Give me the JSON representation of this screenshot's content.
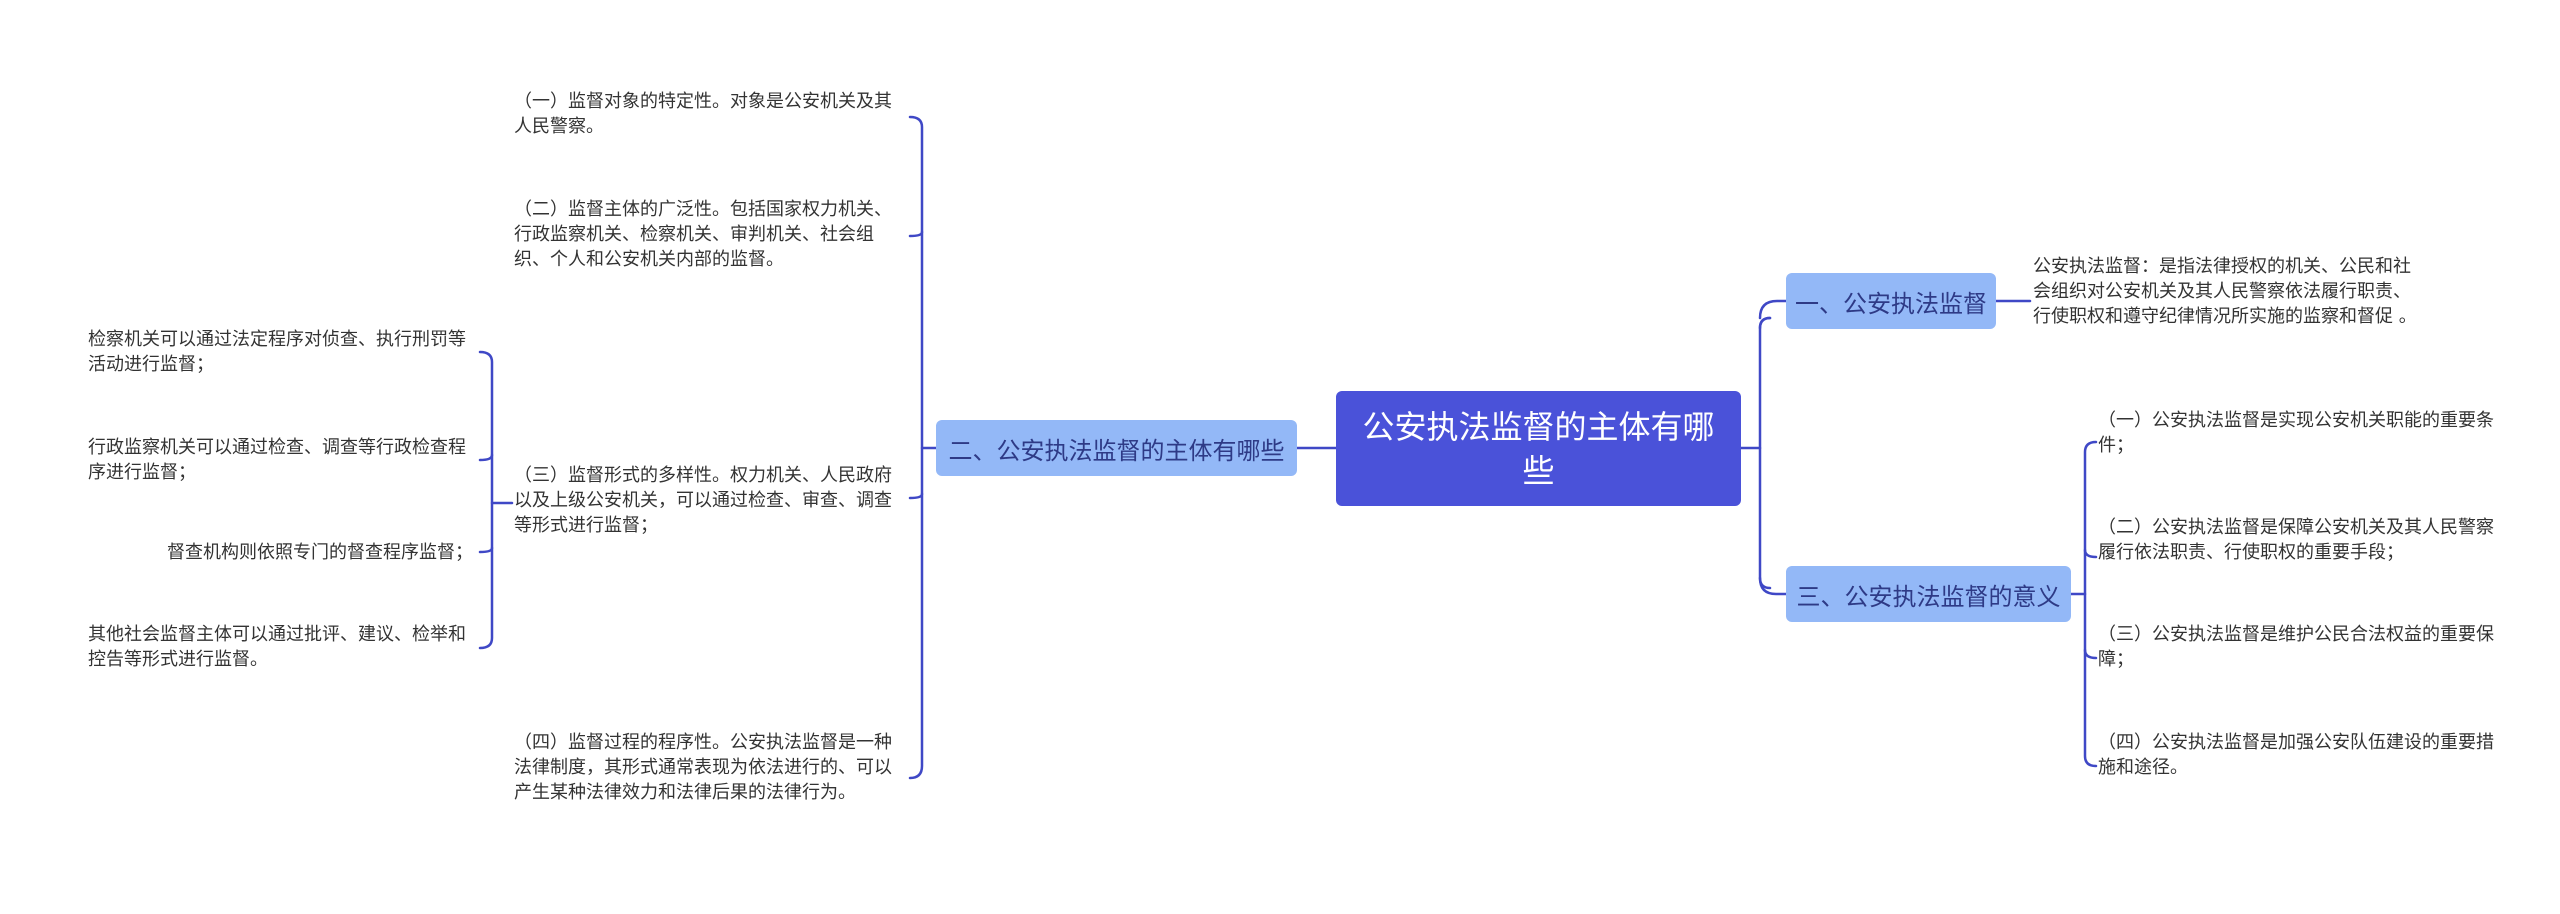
{
  "root": {
    "title": "公安执法监督的主体有哪些"
  },
  "branches": {
    "b1": {
      "label": "一、公安执法监督",
      "definition": "公安执法监督：是指法律授权的机关、公民和社会组织对公安机关及其人民警察依法履行职责、行使职权和遵守纪律情况所实施的监察和督促 。"
    },
    "b2": {
      "label": "二、公安执法监督的主体有哪些",
      "items": [
        "（一）监督对象的特定性。对象是公安机关及其人民警察。",
        "（二）监督主体的广泛性。包括国家权力机关、行政监察机关、检察机关、审判机关、社会组织、个人和公安机关内部的监督。",
        "（三）监督形式的多样性。权力机关、人民政府以及上级公安机关，可以通过检查、审查、调查等形式进行监督；",
        "（四）监督过程的程序性。公安执法监督是一种法律制度，其形式通常表现为依法进行的、可以产生某种法律效力和法律后果的法律行为。"
      ],
      "sub_items": [
        "检察机关可以通过法定程序对侦查、执行刑罚等活动进行监督；",
        "行政监察机关可以通过检查、调查等行政检查程序进行监督；",
        "督查机构则依照专门的督查程序监督；",
        "其他社会监督主体可以通过批评、建议、检举和控告等形式进行监督。"
      ]
    },
    "b3": {
      "label": "三、公安执法监督的意义",
      "items": [
        "（一）公安执法监督是实现公安机关职能的重要条件；",
        "（二）公安执法监督是保障公安机关及其人民警察履行依法职责、行使职权的重要手段；",
        "（三）公安执法监督是维护公民合法权益的重要保障；",
        "（四）公安执法监督是加强公安队伍建设的重要措施和途径。"
      ]
    }
  },
  "colors": {
    "root_fill": "#4a52d9",
    "branch_fill": "#93b8f7",
    "connector": "#3f48c6"
  }
}
